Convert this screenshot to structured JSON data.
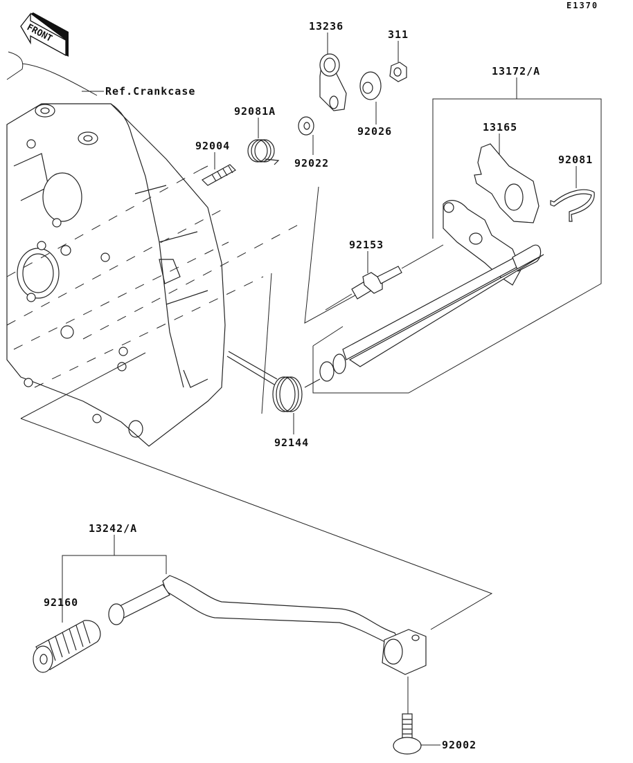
{
  "diagram": {
    "code": "E1370",
    "front_indicator": "FRONT",
    "reference_label": "Ref.Crankcase",
    "parts": [
      {
        "id": "13236",
        "label": "13236"
      },
      {
        "id": "311",
        "label": "311"
      },
      {
        "id": "92081A",
        "label": "92081A"
      },
      {
        "id": "92004",
        "label": "92004"
      },
      {
        "id": "92022",
        "label": "92022"
      },
      {
        "id": "92026",
        "label": "92026"
      },
      {
        "id": "13172A",
        "label": "13172/A"
      },
      {
        "id": "13165",
        "label": "13165"
      },
      {
        "id": "92081",
        "label": "92081"
      },
      {
        "id": "92153",
        "label": "92153"
      },
      {
        "id": "92144",
        "label": "92144"
      },
      {
        "id": "13242A",
        "label": "13242/A"
      },
      {
        "id": "92160",
        "label": "92160"
      },
      {
        "id": "92002",
        "label": "92002"
      }
    ]
  }
}
